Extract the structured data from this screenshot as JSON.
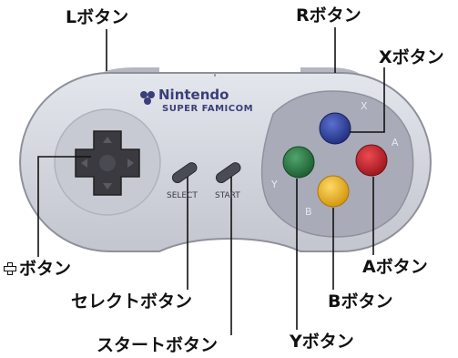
{
  "controller": {
    "brand": "Nintendo",
    "model": "SUPER FAMICOM",
    "select_label": "SELECT",
    "start_label": "START",
    "face_letters": {
      "x": "X",
      "a": "A",
      "b": "B",
      "y": "Y"
    },
    "colors": {
      "body": "#d6d8e0",
      "button_panel": "#a9abb8",
      "dpad": "#3a3a40",
      "x_button": "#2c3f9a",
      "a_button": "#c8202a",
      "b_button": "#f0b71c",
      "y_button": "#2a7a43"
    }
  },
  "labels": {
    "l_button": "Lボタン",
    "r_button": "Rボタン",
    "x_button": "Xボタン",
    "a_button": "Aボタン",
    "b_button": "Bボタン",
    "y_button": "Yボタン",
    "dpad": "ボタン",
    "select_button": "セレクトボタン",
    "start_button": "スタートボタン"
  }
}
